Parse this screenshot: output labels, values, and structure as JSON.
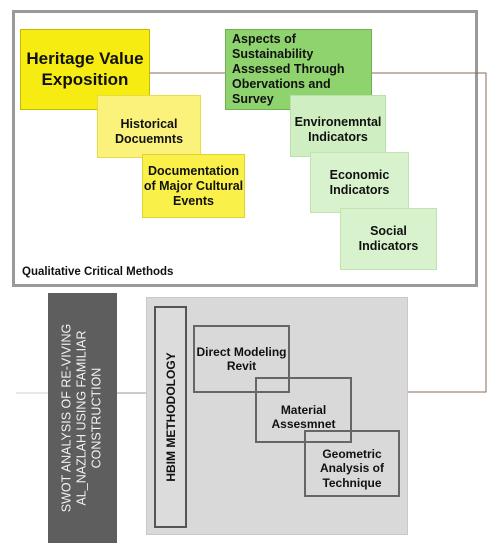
{
  "diagram": {
    "qualitative_label": "Qualitative Critical Methods",
    "heritage": {
      "title": "Heritage Value Exposition",
      "historical": "Historical Docuemnts",
      "documentation": "Documentation of Major Cultural Events"
    },
    "sustainability": {
      "title": "Aspects of Sustainability Assessed Through Obervations and Survey",
      "environmental": "Environemntal Indicators",
      "economic": "Economic Indicators",
      "social": "Social Indicators"
    },
    "swot": "SWOT ANALYSIS OF RE-VIVING AL_NAZLAH USING FAMILIAR CONSTRUCTION",
    "hbim": {
      "label": "HBIM METHODOLOGY",
      "direct": "Direct Modeling Revit",
      "material": "Material Assesmnet",
      "geometric": "Geometric Analysis of Technique"
    },
    "colors": {
      "heritage_yellow": "#f7ec12",
      "aspects_green": "#8fd36e",
      "indicator_green": "#d8f2cd",
      "swot_gray": "#5e5e5e",
      "hbim_gray": "#d9d9d9",
      "connector": "#8b6a5a"
    }
  }
}
